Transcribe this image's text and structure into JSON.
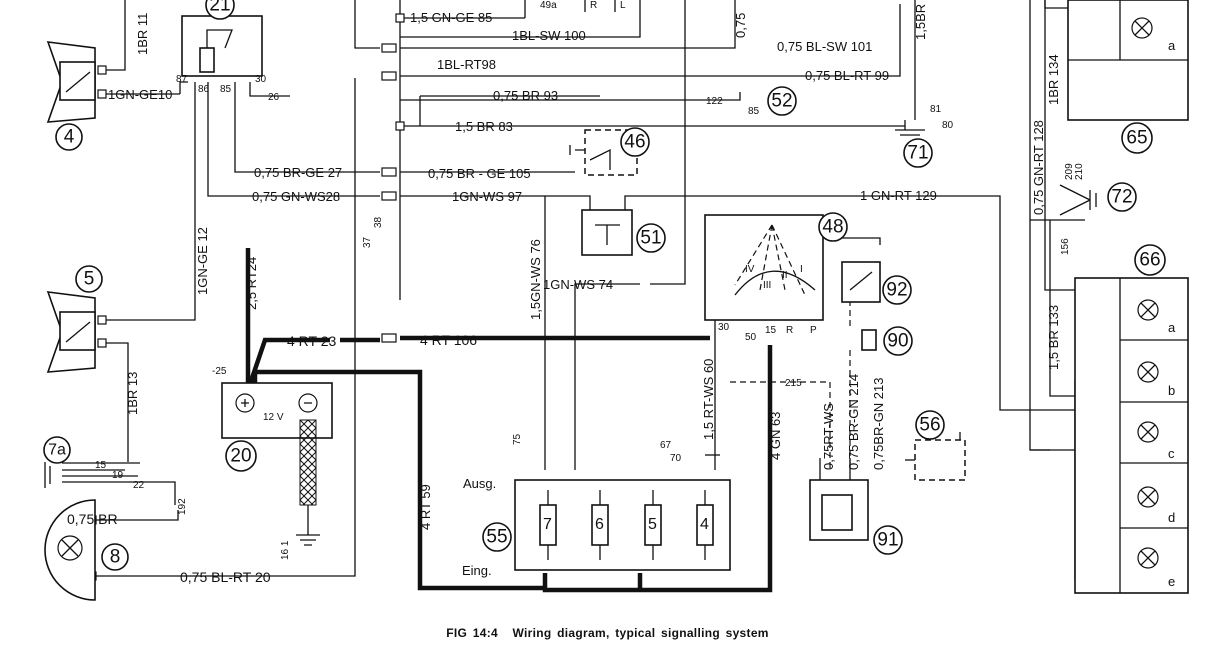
{
  "caption": {
    "figure": "FIG 14:4",
    "text": "Wiring diagram, typical signalling system"
  },
  "components": {
    "c4": "4",
    "c5": "5",
    "c7a": "7a",
    "c8": "8",
    "c20": "20",
    "c21": "21",
    "c46": "46",
    "c48": "48",
    "c51": "51",
    "c52": "52",
    "c55": "55",
    "c56": "56",
    "c65": "65",
    "c66": "66",
    "c71": "71",
    "c72": "72",
    "c90": "90",
    "c91": "91",
    "c92": "92"
  },
  "wires": {
    "w1br11": "1BR 11",
    "w1gnge10": "1GN-GE10",
    "w1gnge12": "1GN-GE 12",
    "w1br13": "1BR 13",
    "w075br": "0,75 BR",
    "w075blrt20": "0,75 BL-RT 20",
    "w25rt24": "2,5 RT24",
    "w4rt23": "4 RT 23",
    "w4rt106": "4 RT 106",
    "w4rt59": "4 RT 59",
    "w075brge27": "0,75 BR-GE 27",
    "w075gnws28": "0,75 GN-WS28",
    "w15gnge85": "1,5 GN-GE 85",
    "w1blsw100": "1BL-SW 100",
    "w1blrt98": "1BL-RT98",
    "w075br93": "0,75 BR 93",
    "w15br83": "1,5 BR 83",
    "w075brge105": "0,75 BR - GE 105",
    "w1gnws97": "1GN-WS 97",
    "w15gnws76": "1,5GN-WS 76",
    "w1gnws74": "1GN-WS 74",
    "w075blsw101": "0,75 BL-SW 101",
    "w075blrt99": "0,75 BL-RT 99",
    "w1gnrt129": "1 GN-RT 129",
    "w15rtws60": "1,5 RT-WS 60",
    "w4gn63": "4 GN 63",
    "w075rtws": "0,75RT-WS",
    "w075brgn214": "0,75 BR-GN 214",
    "w075brgn213": "0,75BR-GN 213",
    "w075top": "0,75",
    "w15br": "1,5BR",
    "w075gnrt128": "0,75 GN-RT 128",
    "w1br134": "1BR 134",
    "w15br133": "1,5 BR 133"
  },
  "labels": {
    "n15": "15",
    "n19": "19",
    "n22": "22",
    "n192": "192",
    "n25": "-25",
    "n26": "26",
    "n37": "37",
    "n38": "38",
    "n75": "75",
    "n67": "67",
    "n70": "70",
    "n215": "215",
    "n122": "122",
    "n85": "85",
    "n81": "81",
    "n80": "80",
    "n209": "209",
    "n210": "210",
    "n156": "156",
    "n161": "16 1",
    "n49a": "49a",
    "nR": "R",
    "nL": "L",
    "v12": "12 V",
    "ausg": "Ausg.",
    "eing": "Eing.",
    "t87": "87",
    "t86": "86",
    "t85": "85",
    "t30": "30",
    "g30": "30",
    "g50": "50",
    "g15": "15",
    "gR": "R",
    "gP": "P",
    "gIV": "IV",
    "gIII": "III",
    "gII": "II",
    "gI": "I",
    "f7": "7",
    "f6": "6",
    "f5": "5",
    "f4": "4",
    "la": "a",
    "lb": "b",
    "lc": "c",
    "ld": "d",
    "le": "e",
    "la65": "a"
  }
}
